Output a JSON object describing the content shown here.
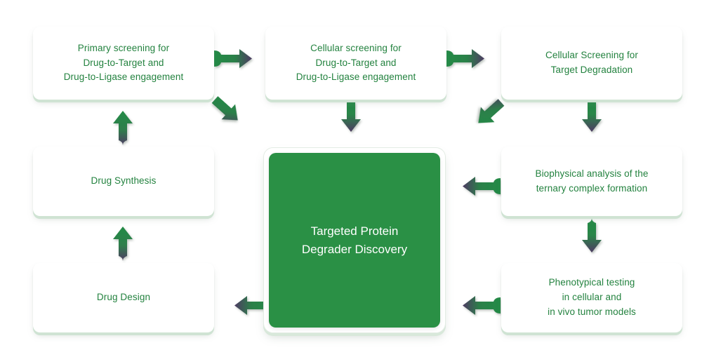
{
  "diagram": {
    "title": "Targeted Protein Degrader Discovery",
    "colors": {
      "green": "#23823f",
      "hub_green": "#2a9045",
      "arrow_green": "#238b45",
      "arrow_purple": "#4e3a63",
      "box_background": "#ffffff",
      "box_shadow_green": "#cfe3d3",
      "page_background": "#ffffff",
      "hub_text": "#ffffff"
    },
    "hub": {
      "label": "Targeted Protein\nDegrader Discovery"
    },
    "nodes": [
      {
        "id": "primary-screening",
        "label": "Primary screening for\nDrug-to-Target and\nDrug-to-Ligase engagement"
      },
      {
        "id": "cellular-screening-engagement",
        "label": "Cellular screening for\nDrug-to-Target and\nDrug-to-Ligase engagement"
      },
      {
        "id": "cellular-screening-degradation",
        "label": "Cellular Screening for\nTarget Degradation"
      },
      {
        "id": "biophysical-analysis",
        "label": "Biophysical analysis of the\nternary complex formation"
      },
      {
        "id": "phenotypical-testing",
        "label": "Phenotypical testing\nin cellular and\nin vivo tumor models"
      },
      {
        "id": "drug-design",
        "label": "Drug Design"
      },
      {
        "id": "drug-synthesis",
        "label": "Drug Synthesis"
      }
    ],
    "arrows": [
      {
        "id": "primary-to-cellular-engagement",
        "direction": "right"
      },
      {
        "id": "primary-to-hub-diagonal",
        "direction": "down-right"
      },
      {
        "id": "cellular-engagement-to-degradation",
        "direction": "right"
      },
      {
        "id": "cellular-engagement-down",
        "direction": "down"
      },
      {
        "id": "degradation-diagonal-down-left",
        "direction": "down-left"
      },
      {
        "id": "degradation-to-biophysical",
        "direction": "down"
      },
      {
        "id": "biophysical-to-hub",
        "direction": "left"
      },
      {
        "id": "biophysical-to-phenotypical",
        "direction": "down"
      },
      {
        "id": "phenotypical-to-hub",
        "direction": "left"
      },
      {
        "id": "hub-to-drug-design",
        "direction": "left"
      },
      {
        "id": "drug-design-to-drug-synthesis",
        "direction": "up"
      },
      {
        "id": "drug-synthesis-to-primary",
        "direction": "up"
      }
    ]
  }
}
